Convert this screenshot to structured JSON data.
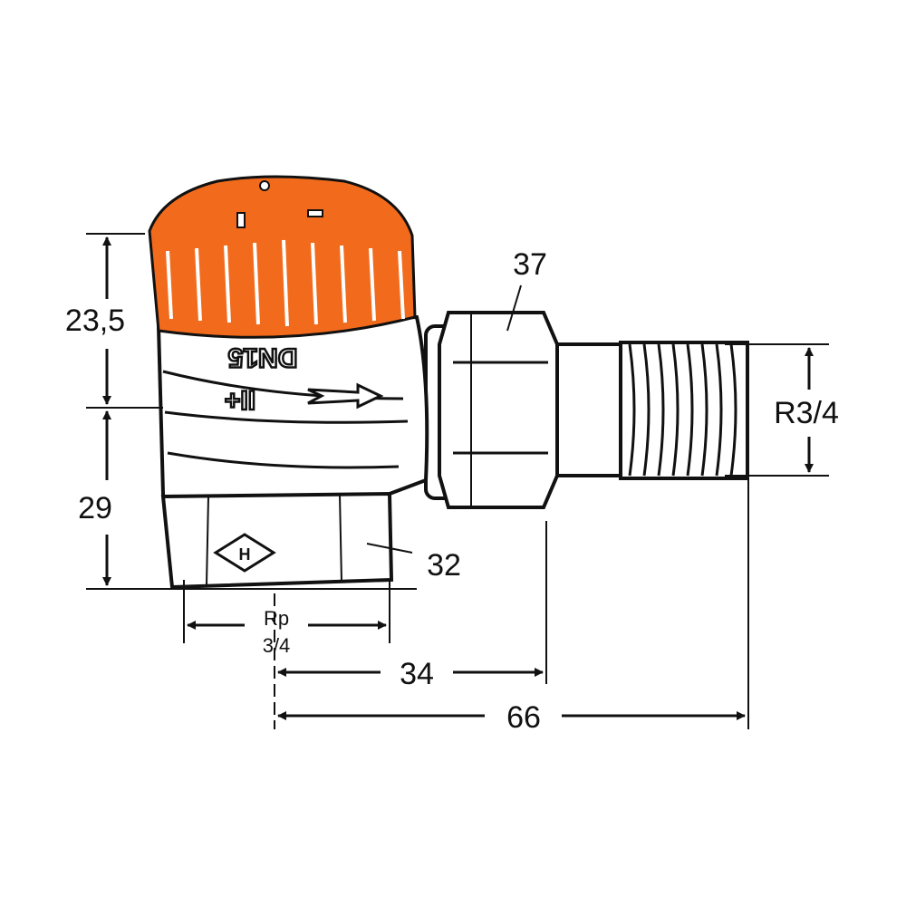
{
  "drawing": {
    "cap_color": "#f26b1d",
    "body_marking": "DN15",
    "body_symbol": "+II",
    "flow_arrow": "arrow-right",
    "dimensions": {
      "cap_height": "23,5",
      "body_height": "29",
      "union_nut": "37",
      "body_hex": "32",
      "inlet_thread_label": "Rp",
      "inlet_thread_size": "3/4",
      "outlet_thread": "R3/4",
      "offset_short": "34",
      "offset_long": "66"
    }
  }
}
